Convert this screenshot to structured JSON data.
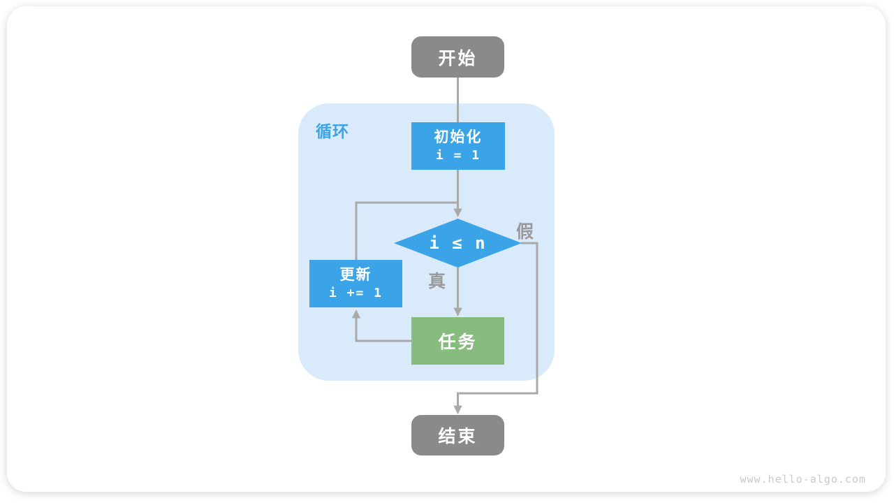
{
  "colors": {
    "blue": "#3ba4e8",
    "green": "#86bc7d",
    "node_gray": "#8a8a8a",
    "line_gray": "#a9a9a9",
    "label_gray": "#9a9a9a",
    "loop_bg": "#d9eafa",
    "watermark_gray": "#c9c9c9"
  },
  "diagram": {
    "loop_label": "循环",
    "nodes": {
      "start": {
        "label": "开始"
      },
      "init": {
        "title": "初始化",
        "code": "i = 1"
      },
      "condition": {
        "code": "i ≤ n"
      },
      "update": {
        "title": "更新",
        "code": "i += 1"
      },
      "task": {
        "label": "任务"
      },
      "end": {
        "label": "结束"
      }
    },
    "edges": {
      "true_label": "真",
      "false_label": "假"
    }
  },
  "watermark": "www.hello-algo.com"
}
